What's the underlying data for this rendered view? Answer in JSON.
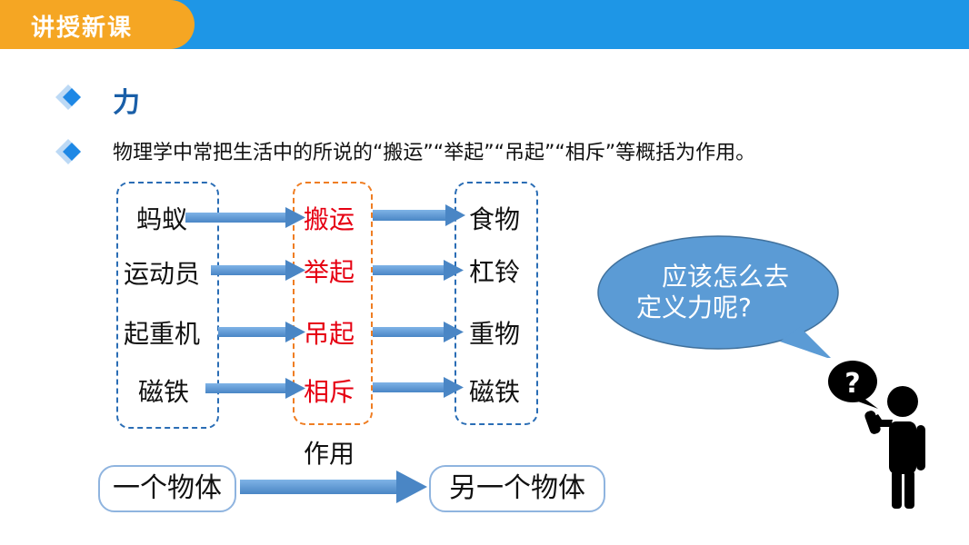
{
  "header": {
    "title": "讲授新课"
  },
  "heading": {
    "title": "力"
  },
  "intro": {
    "text": "物理学中常把生活中的所说的“搬运”“举起”“吊起”“相斥”等概括为作用。"
  },
  "diagram": {
    "subjects": [
      "蚂蚁",
      "运动员",
      "起重机",
      "磁铁"
    ],
    "actions": [
      "搬运",
      "举起",
      "吊起",
      "相斥"
    ],
    "objects": [
      "食物",
      "杠铃",
      "重物",
      "磁铁"
    ],
    "summary": {
      "left": "一个物体",
      "arrow_label": "作用",
      "right": "另一个物体"
    }
  },
  "bubble": {
    "line1": "应该怎么去",
    "line2": "定义力呢?"
  },
  "icons": {
    "bullet": "diamond-bullet-icon",
    "question": "question-mark-icon",
    "person": "thinking-person-icon"
  },
  "colors": {
    "header_blue": "#1e96e6",
    "header_orange": "#f5a623",
    "action_red": "#e60012",
    "arrow_blue": "#5b9bd5",
    "bubble_blue": "#5b9bd5"
  }
}
